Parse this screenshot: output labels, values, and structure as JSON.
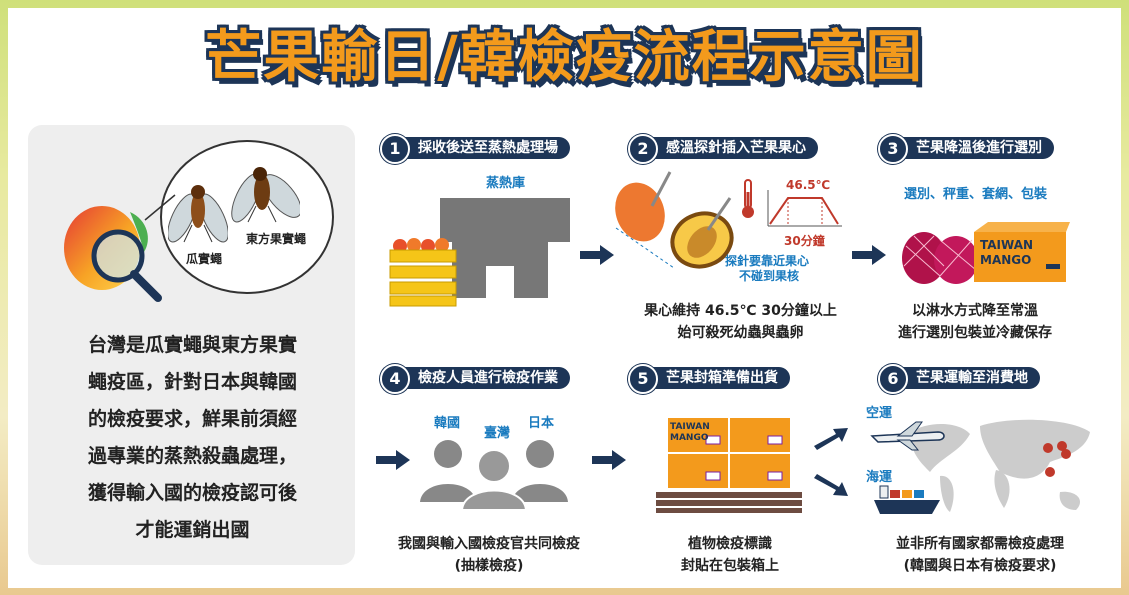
{
  "title": "芒果輸日/韓檢疫流程示意圖",
  "intro": {
    "lines": [
      "台灣是瓜實蠅與東方果實",
      "蠅疫區，針對日本與韓國",
      "的檢疫要求，鮮果前須經",
      "過專業的蒸熱殺蟲處理，",
      "獲得輸入國的檢疫認可後",
      "才能運銷出國"
    ],
    "fly1": "瓜實蠅",
    "fly2": "東方果實蠅"
  },
  "steps": [
    {
      "num": "1",
      "title": "採收後送至蒸熱處理場",
      "label": "蒸熱庫",
      "caption": []
    },
    {
      "num": "2",
      "title": "感溫探針插入芒果果心",
      "temp": "46.5℃",
      "time": "30分鐘",
      "note": [
        "探針要靠近果心",
        "不碰到果核"
      ],
      "caption": [
        "果心維持 46.5℃ 30分鐘以上",
        "始可殺死幼蟲與蟲卵"
      ]
    },
    {
      "num": "3",
      "title": "芒果降溫後進行選別",
      "label": "選別、秤重、套網、包裝",
      "box": [
        "TAIWAN",
        "MANGO"
      ],
      "caption": [
        "以淋水方式降至常溫",
        "進行選別包裝並冷藏保存"
      ]
    },
    {
      "num": "4",
      "title": "檢疫人員進行檢疫作業",
      "people": [
        "韓國",
        "臺灣",
        "日本"
      ],
      "caption": [
        "我國與輸入國檢疫官共同檢疫",
        "(抽樣檢疫)"
      ]
    },
    {
      "num": "5",
      "title": "芒果封箱準備出貨",
      "box": [
        "TAIWAN",
        "MANGO"
      ],
      "caption": [
        "植物檢疫標識",
        "封貼在包裝箱上"
      ]
    },
    {
      "num": "6",
      "title": "芒果運輸至消費地",
      "air": "空運",
      "sea": "海運",
      "caption": [
        "並非所有國家都需檢疫處理",
        "(韓國與日本有檢疫要求)"
      ]
    }
  ],
  "colors": {
    "navy": "#1d3557",
    "orange": "#f39a1c",
    "blue": "#1a7bbf",
    "red": "#c0392b"
  }
}
